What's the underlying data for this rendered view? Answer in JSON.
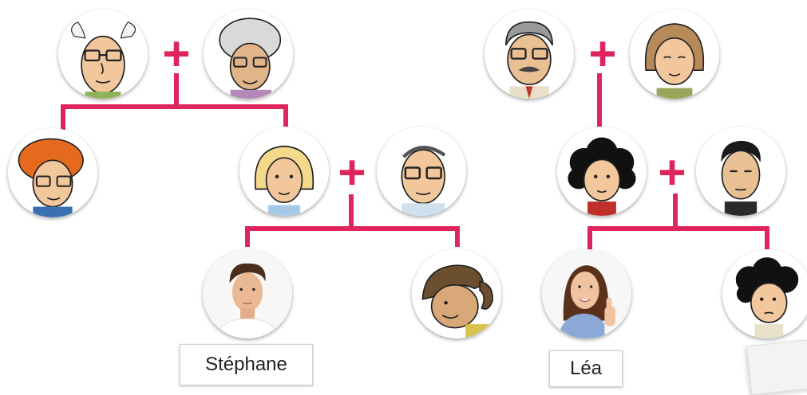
{
  "colors": {
    "connector": "#e0245e",
    "skin": "#f2c79b",
    "outline": "#222222"
  },
  "labels": {
    "stephane": "Stéphane",
    "lea": "Léa"
  },
  "symbols": {
    "plus": "+"
  },
  "people": [
    {
      "id": "grandpa-left",
      "icon": "old-man-icon"
    },
    {
      "id": "grandma-left",
      "icon": "old-woman-icon"
    },
    {
      "id": "uncle-left",
      "icon": "red-haired-man-icon"
    },
    {
      "id": "mother-stephane",
      "icon": "blonde-woman-icon"
    },
    {
      "id": "father-stephane",
      "icon": "man-glasses-icon"
    },
    {
      "id": "stephane",
      "icon": "teen-boy-photo"
    },
    {
      "id": "sibling-stephane",
      "icon": "ponytail-child-icon"
    },
    {
      "id": "grandpa-right",
      "icon": "mustache-man-icon"
    },
    {
      "id": "grandma-right",
      "icon": "bob-hair-woman-icon"
    },
    {
      "id": "mother-lea",
      "icon": "curly-hair-woman-icon"
    },
    {
      "id": "father-lea",
      "icon": "asian-man-icon"
    },
    {
      "id": "lea",
      "icon": "girl-thumbs-up-photo"
    },
    {
      "id": "sibling-lea",
      "icon": "curly-hair-boy-icon"
    }
  ]
}
